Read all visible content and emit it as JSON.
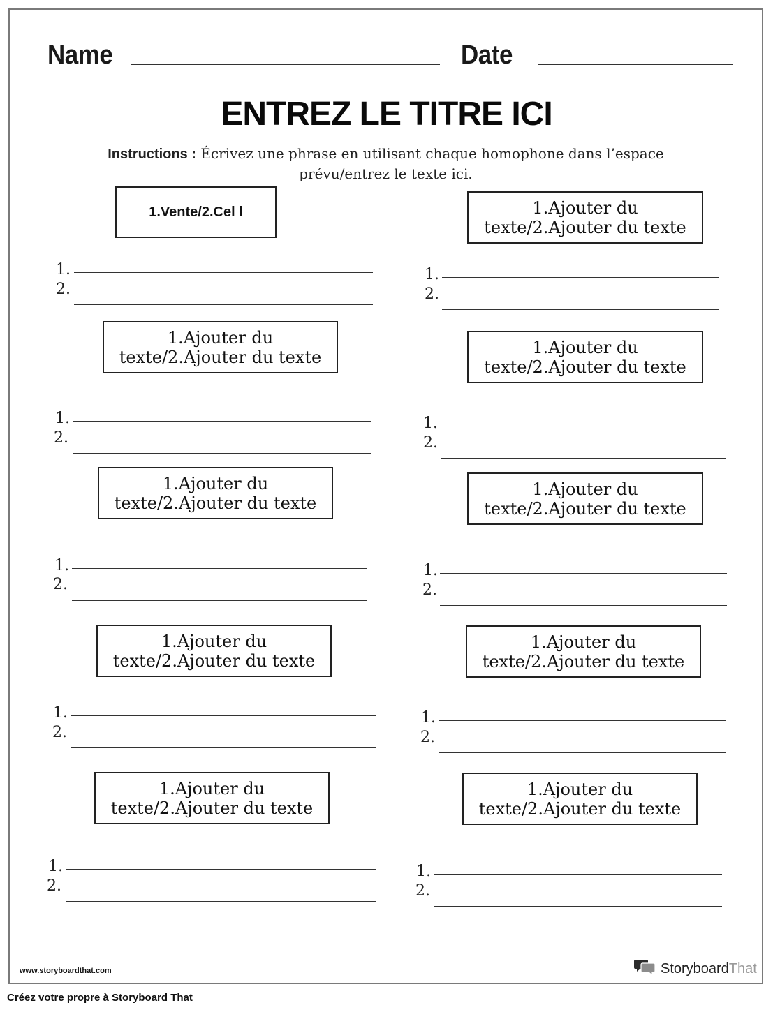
{
  "header": {
    "name_label": "Name",
    "date_label": "Date"
  },
  "title": "ENTREZ LE TITRE ICI",
  "instructions": {
    "label": "Instructions :",
    "text": " Écrivez une phrase en utilisant chaque homophone dans l’espace prévu/entrez le texte ici."
  },
  "rows": [
    {
      "left": {
        "box": "1.Vente/2.Cel l",
        "n1": "1.",
        "n2": "2."
      },
      "right": {
        "box": "1.Ajouter du texte/2.Ajouter du texte",
        "n1": "1.",
        "n2": "2."
      }
    },
    {
      "left": {
        "box": "1.Ajouter du texte/2.Ajouter du texte",
        "n1": "1.",
        "n2": "2."
      },
      "right": {
        "box": "1.Ajouter du texte/2.Ajouter du texte",
        "n1": "1.",
        "n2": "2."
      }
    },
    {
      "left": {
        "box": "1.Ajouter du texte/2.Ajouter du texte",
        "n1": "1.",
        "n2": "2."
      },
      "right": {
        "box": "1.Ajouter du texte/2.Ajouter du texte",
        "n1": "1.",
        "n2": "2."
      }
    },
    {
      "left": {
        "box": "1.Ajouter du texte/2.Ajouter du texte",
        "n1": "1.",
        "n2": "2."
      },
      "right": {
        "box": "1.Ajouter du texte/2.Ajouter du texte",
        "n1": "1.",
        "n2": "2."
      }
    },
    {
      "left": {
        "box": "1.Ajouter du texte/2.Ajouter du texte",
        "n1": "1.",
        "n2": "2."
      },
      "right": {
        "box": "1.Ajouter du texte/2.Ajouter du texte",
        "n1": "1.",
        "n2": "2."
      }
    }
  ],
  "footer": {
    "url": "www.storyboardthat.com",
    "brand_main": "Storyboard",
    "brand_accent": "That",
    "icon": "speech-bubbles-icon"
  },
  "bottom_note": "Créez votre propre à Storyboard That"
}
